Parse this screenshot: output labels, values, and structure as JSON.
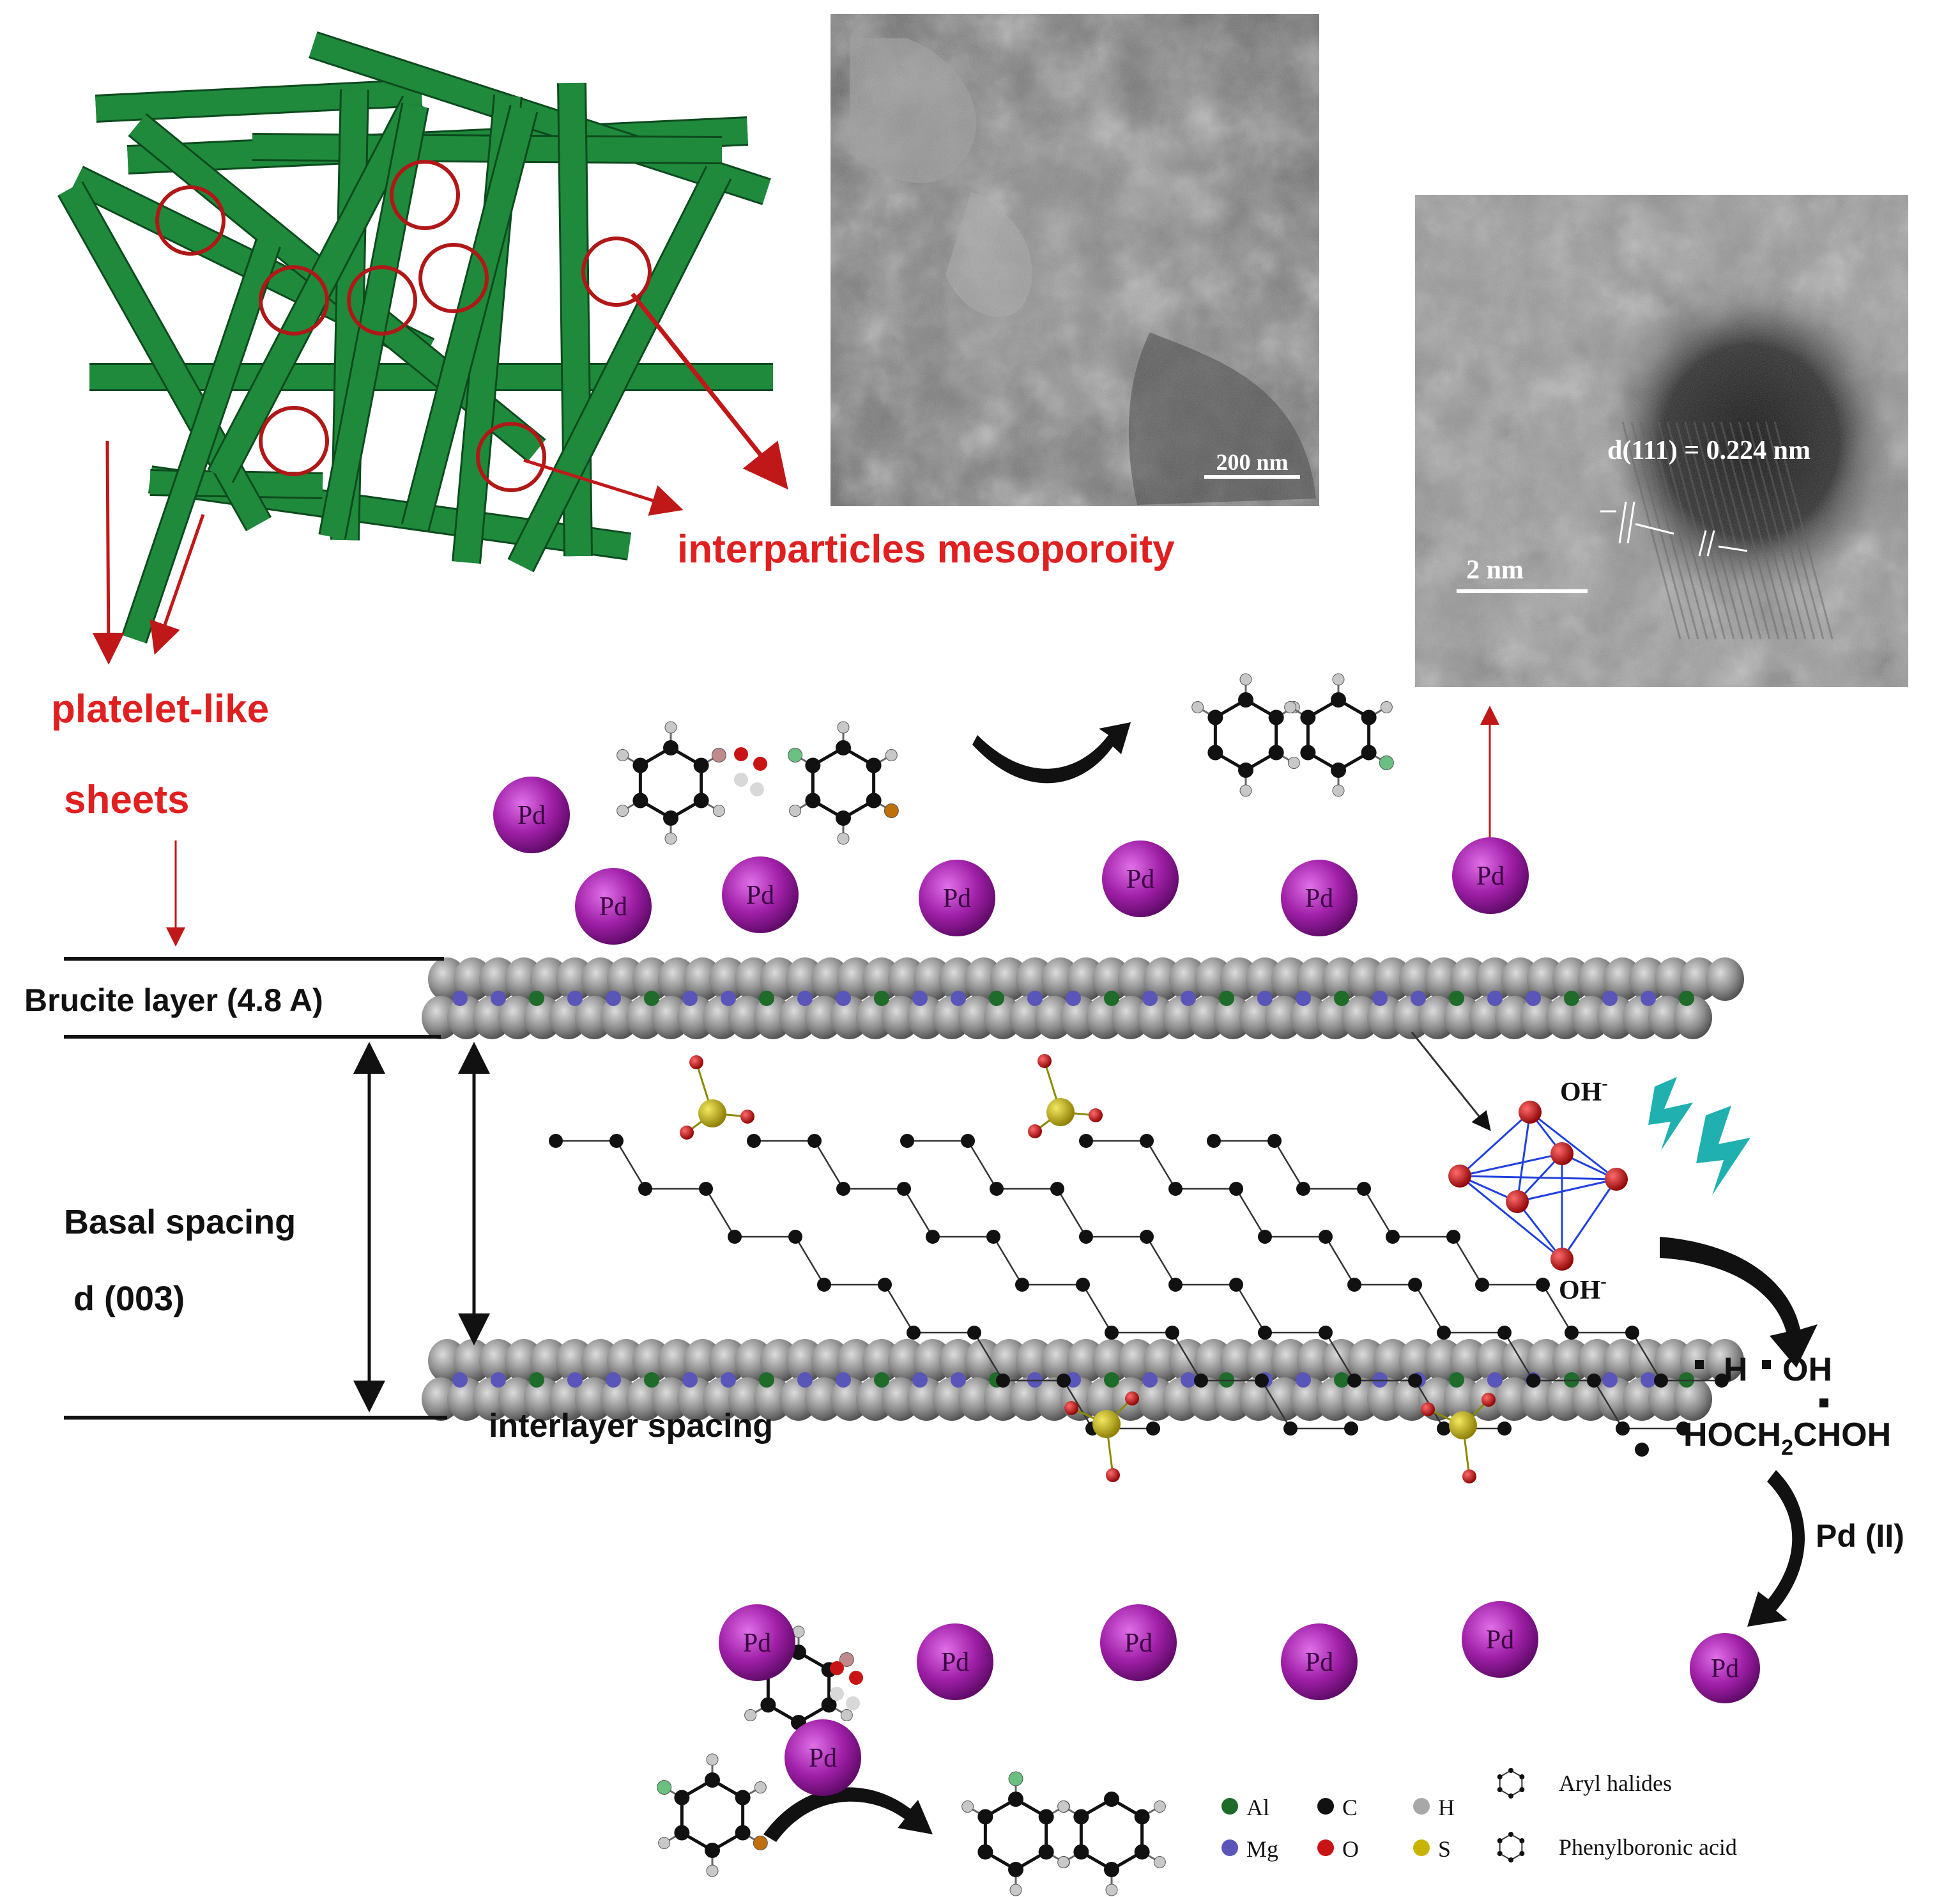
{
  "labels": {
    "interparticles": "interparticles mesoporoity",
    "platelet_line1": "platelet-like",
    "platelet_line2": "sheets",
    "brucite": "Brucite layer (4.8 A)",
    "basal_line1": "Basal spacing",
    "basal_line2": "d (003)",
    "interlayer": "interlayer spacing",
    "pd2": "Pd (II)",
    "pd": "Pd"
  },
  "tem": {
    "scale_bar": "200 nm"
  },
  "hrtem": {
    "d_spacing": "d(111) = 0.224 nm",
    "scale_bar": "2 nm"
  },
  "octahedron": {
    "oh_top": "OH",
    "oh_bottom": "OH",
    "charge": "-"
  },
  "reduction": {
    "line1_h": "H",
    "line1_oh": "OH",
    "line2_a": "HOCH",
    "line2_sub": "2",
    "line2_b": "CHOH"
  },
  "legend": {
    "elements": [
      {
        "symbol": "Al",
        "color": "#1e6b2a"
      },
      {
        "symbol": "C",
        "color": "#111111"
      },
      {
        "symbol": "H",
        "color": "#a8a8a8"
      },
      {
        "symbol": "Mg",
        "color": "#5a55b8"
      },
      {
        "symbol": "O",
        "color": "#c81414"
      },
      {
        "symbol": "S",
        "color": "#c8b400"
      }
    ],
    "molecules": [
      "Aryl halides",
      "Phenylboronic acid"
    ]
  },
  "colors": {
    "sheet_green": "#1f8a3c",
    "pore_red": "#b01818",
    "label_red": "#e02020",
    "pd_purple": "#9a1aa0",
    "cyan": "#20b0b0",
    "octahedron_blue": "#2040e0"
  }
}
